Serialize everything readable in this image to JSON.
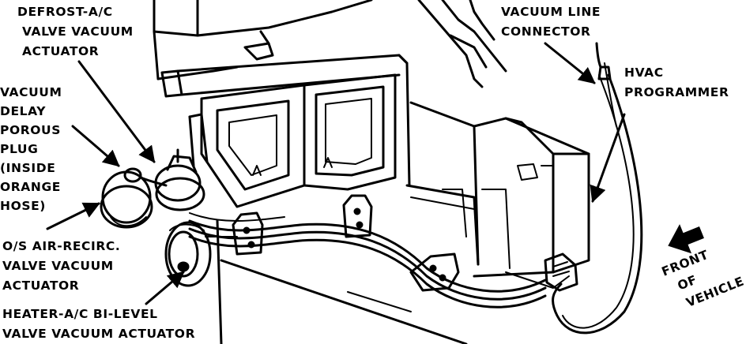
{
  "labels": {
    "defrost_actuator": [
      "DEFROST-A/C",
      "VALVE VACUUM",
      "ACTUATOR"
    ],
    "vacuum_delay_plug": [
      "VACUUM",
      "DELAY",
      "POROUS",
      "PLUG",
      "(INSIDE",
      "ORANGE",
      "HOSE)"
    ],
    "recirc_actuator": [
      "O/S AIR-RECIRC.",
      "VALVE VACUUM",
      "ACTUATOR"
    ],
    "bilevel_actuator": [
      "HEATER-A/C BI-LEVEL",
      "VALVE VACUUM ACTUATOR"
    ],
    "vacuum_line_connector": [
      "VACUUM LINE",
      "CONNECTOR"
    ],
    "hvac_programmer": [
      "HVAC",
      "PROGRAMMER"
    ],
    "front_of_vehicle": [
      "FRONT",
      "OF",
      "VEHICLE"
    ]
  },
  "colors": {
    "ink": "#000000",
    "paper": "#ffffff"
  }
}
